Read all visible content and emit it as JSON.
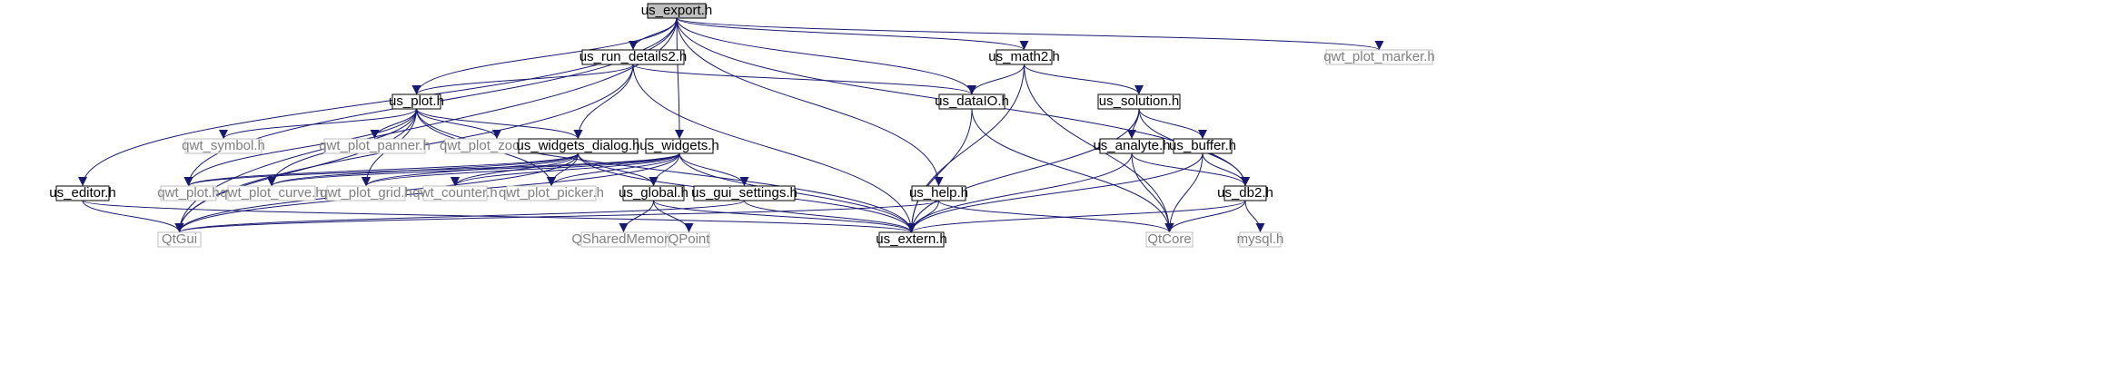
{
  "diagram": {
    "colors": {
      "edge": "#191970",
      "node_border_internal": "#000000",
      "node_border_external": "#bfbfbf",
      "node_fill_root": "#bfbfbf",
      "node_fill": "#ffffff",
      "text_internal": "#000000",
      "text_external": "#7f7f7f"
    },
    "nodes": [
      {
        "id": "us_export",
        "label": "us_export.h",
        "kind": "root"
      },
      {
        "id": "us_run_details2",
        "label": "us_run_details2.h",
        "kind": "internal"
      },
      {
        "id": "us_math2",
        "label": "us_math2.h",
        "kind": "internal"
      },
      {
        "id": "qwt_plot_marker",
        "label": "qwt_plot_marker.h",
        "kind": "external"
      },
      {
        "id": "us_plot",
        "label": "us_plot.h",
        "kind": "internal"
      },
      {
        "id": "us_dataIO",
        "label": "us_dataIO.h",
        "kind": "internal"
      },
      {
        "id": "us_solution",
        "label": "us_solution.h",
        "kind": "internal"
      },
      {
        "id": "qwt_symbol",
        "label": "qwt_symbol.h",
        "kind": "external"
      },
      {
        "id": "qwt_plot_panner",
        "label": "qwt_plot_panner.h",
        "kind": "external"
      },
      {
        "id": "qwt_plot_zoomer",
        "label": "qwt_plot_zoomer.h",
        "kind": "external"
      },
      {
        "id": "us_widgets_dialog",
        "label": "us_widgets_dialog.h",
        "kind": "internal"
      },
      {
        "id": "us_widgets",
        "label": "us_widgets.h",
        "kind": "internal"
      },
      {
        "id": "us_analyte",
        "label": "us_analyte.h",
        "kind": "internal"
      },
      {
        "id": "us_buffer",
        "label": "us_buffer.h",
        "kind": "internal"
      },
      {
        "id": "us_editor",
        "label": "us_editor.h",
        "kind": "internal"
      },
      {
        "id": "qwt_plot",
        "label": "qwt_plot.h",
        "kind": "external"
      },
      {
        "id": "qwt_plot_curve",
        "label": "qwt_plot_curve.h",
        "kind": "external"
      },
      {
        "id": "qwt_plot_grid",
        "label": "qwt_plot_grid.h",
        "kind": "external"
      },
      {
        "id": "qwt_counter",
        "label": "qwt_counter.h",
        "kind": "external"
      },
      {
        "id": "qwt_plot_picker",
        "label": "qwt_plot_picker.h",
        "kind": "external"
      },
      {
        "id": "us_global",
        "label": "us_global.h",
        "kind": "internal"
      },
      {
        "id": "us_gui_settings",
        "label": "us_gui_settings.h",
        "kind": "internal"
      },
      {
        "id": "us_help",
        "label": "us_help.h",
        "kind": "internal"
      },
      {
        "id": "us_db2",
        "label": "us_db2.h",
        "kind": "internal"
      },
      {
        "id": "QtGui",
        "label": "QtGui",
        "kind": "external"
      },
      {
        "id": "QSharedMemory",
        "label": "QSharedMemory",
        "kind": "external"
      },
      {
        "id": "QPoint",
        "label": "QPoint",
        "kind": "external"
      },
      {
        "id": "us_extern",
        "label": "us_extern.h",
        "kind": "internal"
      },
      {
        "id": "QtCore",
        "label": "QtCore",
        "kind": "external"
      },
      {
        "id": "mysql",
        "label": "mysql.h",
        "kind": "external"
      }
    ],
    "edges": [
      [
        "us_export",
        "us_run_details2"
      ],
      [
        "us_export",
        "us_math2"
      ],
      [
        "us_export",
        "qwt_plot_marker"
      ],
      [
        "us_export",
        "us_plot"
      ],
      [
        "us_export",
        "us_dataIO"
      ],
      [
        "us_export",
        "us_widgets"
      ],
      [
        "us_export",
        "us_editor"
      ],
      [
        "us_export",
        "qwt_plot"
      ],
      [
        "us_export",
        "us_help"
      ],
      [
        "us_export",
        "us_db2"
      ],
      [
        "us_export",
        "QtGui"
      ],
      [
        "us_run_details2",
        "us_plot"
      ],
      [
        "us_run_details2",
        "us_dataIO"
      ],
      [
        "us_run_details2",
        "us_widgets_dialog"
      ],
      [
        "us_run_details2",
        "us_extern"
      ],
      [
        "us_run_details2",
        "QtGui"
      ],
      [
        "us_math2",
        "us_dataIO"
      ],
      [
        "us_math2",
        "us_solution"
      ],
      [
        "us_math2",
        "us_extern"
      ],
      [
        "us_math2",
        "QtCore"
      ],
      [
        "us_plot",
        "qwt_symbol"
      ],
      [
        "us_plot",
        "qwt_plot_panner"
      ],
      [
        "us_plot",
        "qwt_plot_zoomer"
      ],
      [
        "us_plot",
        "us_widgets_dialog"
      ],
      [
        "us_plot",
        "qwt_plot"
      ],
      [
        "us_plot",
        "qwt_plot_curve"
      ],
      [
        "us_plot",
        "qwt_plot_grid"
      ],
      [
        "us_plot",
        "qwt_plot_picker"
      ],
      [
        "us_plot",
        "QtGui"
      ],
      [
        "us_plot",
        "us_extern"
      ],
      [
        "us_dataIO",
        "us_extern"
      ],
      [
        "us_dataIO",
        "QtCore"
      ],
      [
        "us_solution",
        "us_analyte"
      ],
      [
        "us_solution",
        "us_buffer"
      ],
      [
        "us_solution",
        "us_db2"
      ],
      [
        "us_solution",
        "us_extern"
      ],
      [
        "us_widgets_dialog",
        "qwt_plot"
      ],
      [
        "us_widgets_dialog",
        "qwt_plot_curve"
      ],
      [
        "us_widgets_dialog",
        "qwt_plot_grid"
      ],
      [
        "us_widgets_dialog",
        "qwt_counter"
      ],
      [
        "us_widgets_dialog",
        "qwt_plot_picker"
      ],
      [
        "us_widgets_dialog",
        "us_global"
      ],
      [
        "us_widgets_dialog",
        "QtGui"
      ],
      [
        "us_widgets_dialog",
        "us_extern"
      ],
      [
        "us_widgets",
        "qwt_plot"
      ],
      [
        "us_widgets",
        "qwt_plot_curve"
      ],
      [
        "us_widgets",
        "qwt_plot_grid"
      ],
      [
        "us_widgets",
        "qwt_counter"
      ],
      [
        "us_widgets",
        "qwt_plot_picker"
      ],
      [
        "us_widgets",
        "us_global"
      ],
      [
        "us_widgets",
        "us_gui_settings"
      ],
      [
        "us_widgets",
        "QtGui"
      ],
      [
        "us_widgets",
        "us_extern"
      ],
      [
        "us_analyte",
        "us_db2"
      ],
      [
        "us_analyte",
        "us_extern"
      ],
      [
        "us_analyte",
        "QtCore"
      ],
      [
        "us_buffer",
        "us_db2"
      ],
      [
        "us_buffer",
        "us_extern"
      ],
      [
        "us_buffer",
        "QtCore"
      ],
      [
        "us_editor",
        "QtGui"
      ],
      [
        "us_editor",
        "us_extern"
      ],
      [
        "us_global",
        "QSharedMemory"
      ],
      [
        "us_global",
        "QPoint"
      ],
      [
        "us_global",
        "us_extern"
      ],
      [
        "us_gui_settings",
        "QtGui"
      ],
      [
        "us_gui_settings",
        "us_extern"
      ],
      [
        "us_help",
        "QtGui"
      ],
      [
        "us_help",
        "us_extern"
      ],
      [
        "us_help",
        "QtCore"
      ],
      [
        "us_db2",
        "us_extern"
      ],
      [
        "us_db2",
        "QtCore"
      ],
      [
        "us_db2",
        "mysql"
      ]
    ]
  }
}
